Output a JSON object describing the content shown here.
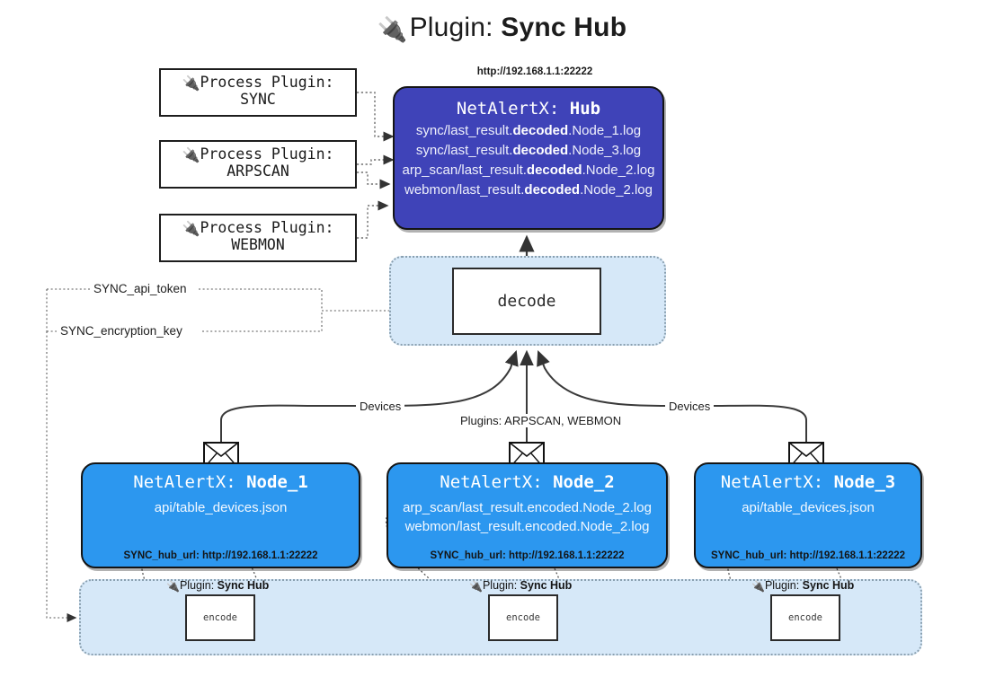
{
  "title": {
    "icon": "plug-icon",
    "prefix": "Plugin:",
    "name": "Sync Hub"
  },
  "process_plugins": [
    {
      "icon": "plug-icon",
      "line1": "Process Plugin:",
      "line2": "SYNC"
    },
    {
      "icon": "plug-icon",
      "line1": "Process Plugin:",
      "line2": "ARPSCAN"
    },
    {
      "icon": "plug-icon",
      "line1": "Process Plugin:",
      "line2": "WEBMON"
    }
  ],
  "hub": {
    "url": "http://192.168.1.1:22222",
    "title_prefix": "NetAlertX:",
    "title_name": "Hub",
    "color": "#3f43b8",
    "logs": [
      {
        "pre": "sync/last_result.",
        "em": "decoded",
        "post": ".Node_1.log"
      },
      {
        "pre": "sync/last_result.",
        "em": "decoded",
        "post": ".Node_3.log"
      },
      {
        "pre": "arp_scan/last_result.",
        "em": "decoded",
        "post": ".Node_2.log"
      },
      {
        "pre": "webmon/last_result.",
        "em": "decoded",
        "post": ".Node_2.log"
      }
    ]
  },
  "decode": {
    "label": "decode",
    "container_color": "#d6e8f8"
  },
  "settings": {
    "api_token": "SYNC_api_token",
    "encryption_key": "SYNC_encryption_key"
  },
  "edge_labels": {
    "left_devices": "Devices",
    "center_plugins": "Plugins: ARPSCAN, WEBMON",
    "right_devices": "Devices"
  },
  "nodes": [
    {
      "id": "node-1",
      "title_prefix": "NetAlertX:",
      "title_name": "Node_1",
      "lines": [
        "api/table_devices.json"
      ],
      "hub_url_label": "SYNC_hub_url: http://192.168.1.1:22222",
      "color": "#2c97ef",
      "icon": "envelope-icon"
    },
    {
      "id": "node-2",
      "title_prefix": "NetAlertX:",
      "title_name": "Node_2",
      "lines": [
        "arp_scan/last_result.encoded.Node_2.log",
        "webmon/last_result.encoded.Node_2.log"
      ],
      "hub_url_label": "SYNC_hub_url: http://192.168.1.1:22222",
      "color": "#2c97ef",
      "icon": "envelope-icon"
    },
    {
      "id": "node-3",
      "title_prefix": "NetAlertX:",
      "title_name": "Node_3",
      "lines": [
        "api/table_devices.json"
      ],
      "hub_url_label": "SYNC_hub_url: http://192.168.1.1:22222",
      "color": "#2c97ef",
      "icon": "envelope-icon"
    }
  ],
  "encoders": [
    {
      "caption_prefix": "Plugin:",
      "caption_name": "Sync Hub",
      "label": "encode",
      "icon": "plug-icon"
    },
    {
      "caption_prefix": "Plugin:",
      "caption_name": "Sync Hub",
      "label": "encode",
      "icon": "plug-icon"
    },
    {
      "caption_prefix": "Plugin:",
      "caption_name": "Sync Hub",
      "label": "encode",
      "icon": "plug-icon"
    }
  ]
}
